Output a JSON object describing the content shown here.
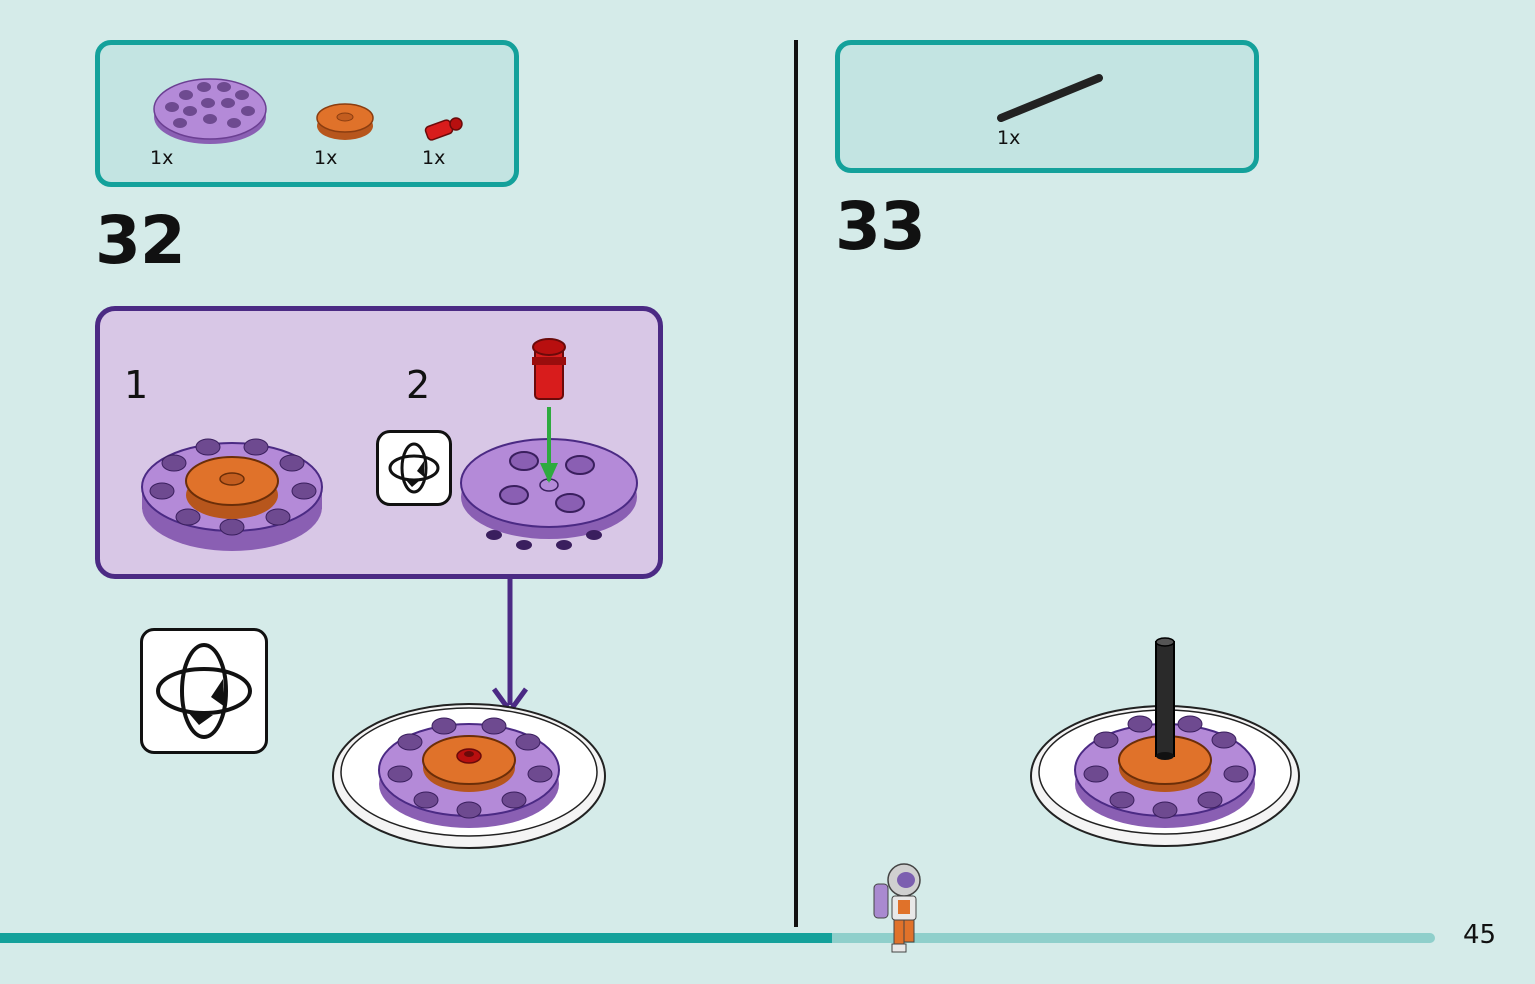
{
  "steps": [
    {
      "number": "32",
      "parts": [
        {
          "icon": "purple-round-plate-icon",
          "qty": "1x"
        },
        {
          "icon": "orange-round-tile-icon",
          "qty": "1x"
        },
        {
          "icon": "red-pin-icon",
          "qty": "1x"
        }
      ],
      "substeps": [
        {
          "number": "1"
        },
        {
          "number": "2"
        }
      ]
    },
    {
      "number": "33",
      "parts": [
        {
          "icon": "black-axle-icon",
          "qty": "1x"
        }
      ]
    }
  ],
  "page_number": "45",
  "colors": {
    "background": "#d5ebe9",
    "parts_box_border": "#14a19b",
    "substep_box_border": "#4b2a84",
    "purple_brick": "#b48ad8",
    "orange_brick": "#e0722a",
    "red_brick": "#d81c1c",
    "progress_bar": "#14a19b"
  },
  "progress": {
    "fraction": 0.58
  }
}
